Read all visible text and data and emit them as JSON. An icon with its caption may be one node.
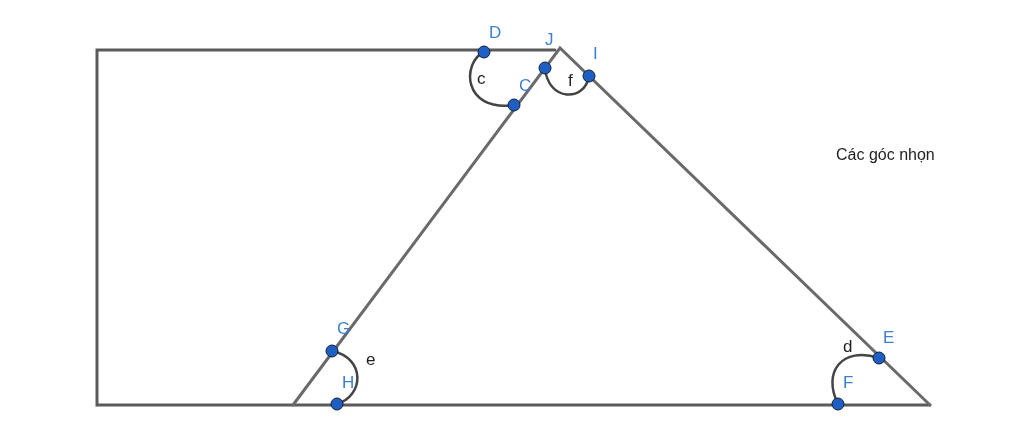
{
  "diagram": {
    "labels": [
      "D",
      "J",
      "I",
      "c",
      "f",
      "C",
      "Các góc nhọn",
      "G",
      "e",
      "H",
      "d",
      "E",
      "F"
    ]
  }
}
